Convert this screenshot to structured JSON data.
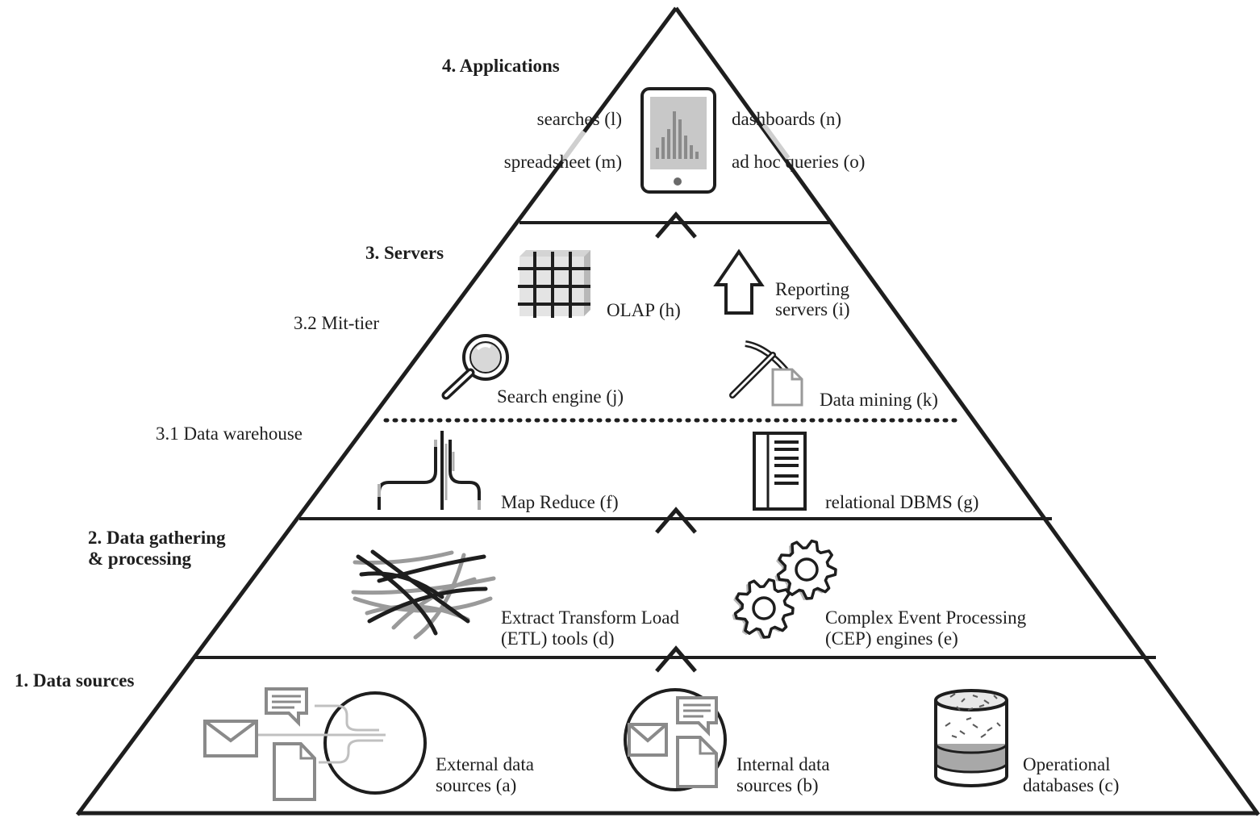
{
  "levels": {
    "applications": {
      "heading": "4. Applications",
      "searches": "searches (l)",
      "spreadsheet": "spreadsheet (m)",
      "dashboards": "dashboards (n)",
      "adhoc": "ad hoc queries (o)"
    },
    "servers": {
      "heading": "3. Servers",
      "midtier": "3.2 Mit-tier",
      "warehouse": "3.1 Data warehouse",
      "olap": "OLAP (h)",
      "reporting": [
        "Reporting",
        "servers (i)"
      ],
      "search_engine": "Search engine (j)",
      "data_mining": "Data mining (k)",
      "map_reduce": "Map Reduce (f)",
      "rdbms": "relational DBMS (g)"
    },
    "gathering": {
      "heading": [
        "2. Data gathering",
        "& processing"
      ],
      "etl": [
        "Extract Transform Load",
        "(ETL) tools (d)"
      ],
      "cep": [
        "Complex Event Processing",
        "(CEP) engines (e)"
      ]
    },
    "sources": {
      "heading": "1. Data sources",
      "external": [
        "External data",
        "sources (a)"
      ],
      "internal": [
        "Internal data",
        "sources (b)"
      ],
      "operational": [
        "Operational",
        "databases (c)"
      ]
    }
  },
  "icons": [
    "tablet-chart-icon",
    "olap-cube-icon",
    "upload-arrow-icon",
    "magnifier-icon",
    "pickaxe-document-icon",
    "map-reduce-icon",
    "database-table-icon",
    "etl-mesh-icon",
    "gears-icon",
    "external-sources-icon",
    "internal-sources-icon",
    "database-cylinder-icon"
  ],
  "colors": {
    "ink": "#1e1e1e",
    "gray": "#9a9a9a",
    "light_gray": "#c8c8c8"
  }
}
